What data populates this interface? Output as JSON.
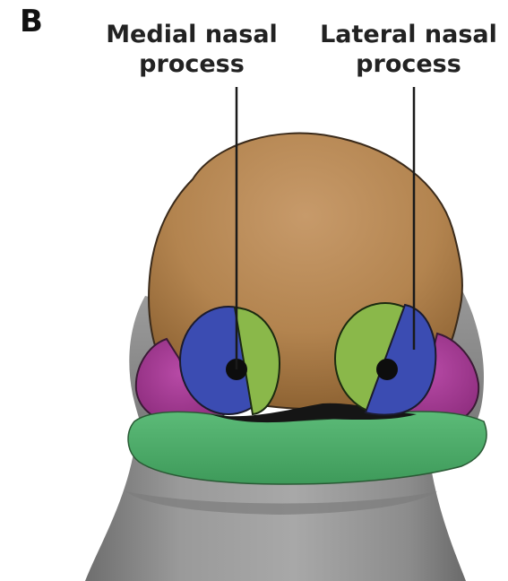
{
  "panel": {
    "letter": "B"
  },
  "labels": {
    "medial": {
      "line1": "Medial nasal",
      "line2": "process"
    },
    "lateral": {
      "line1": "Lateral nasal",
      "line2": "process"
    }
  },
  "colors": {
    "frontonasal": "#b8895a",
    "medial_nasal": "#3a4bb0",
    "lateral_nasal": "#8ab84a",
    "maxillary": "#a0358f",
    "mandibular": "#4faa6a",
    "embryo_body": "#8a8a8a"
  }
}
